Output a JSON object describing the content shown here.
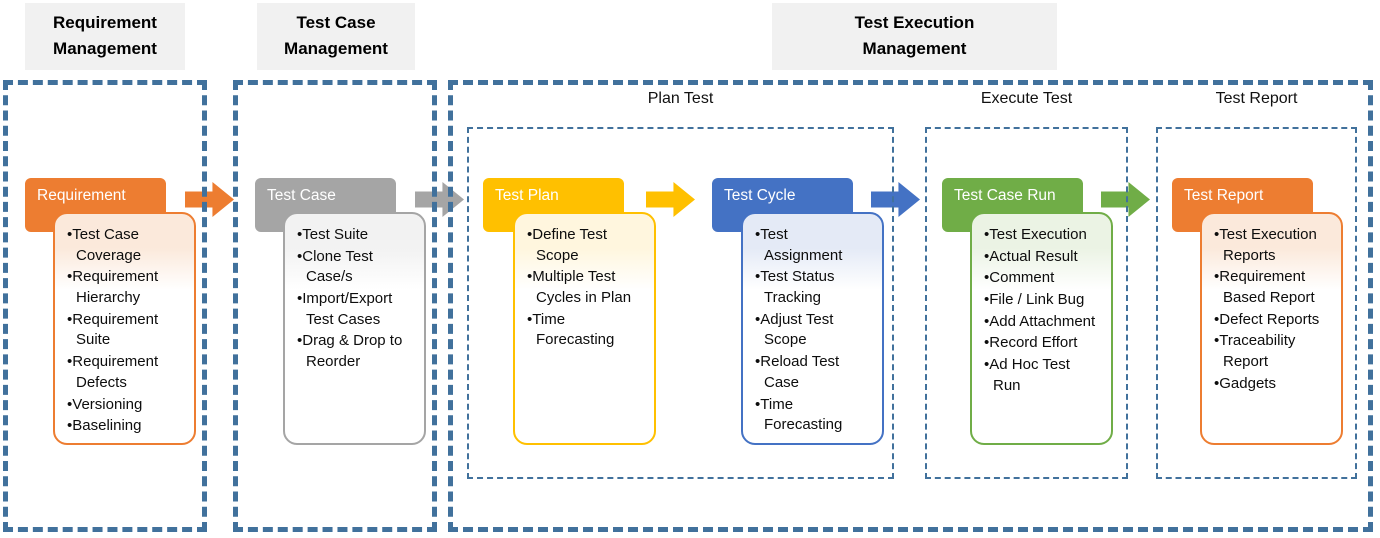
{
  "sections": [
    {
      "title": "Requirement\nManagement"
    },
    {
      "title": "Test Case\nManagement"
    },
    {
      "title": "Test Execution\nManagement"
    }
  ],
  "phases": [
    {
      "label": "Plan Test"
    },
    {
      "label": "Execute Test"
    },
    {
      "label": "Test Report"
    }
  ],
  "cards": [
    {
      "header": "Requirement",
      "accent": "#ED7D31",
      "tint": "#FBE9DB",
      "items": [
        "Test Case Coverage",
        "Requirement Hierarchy",
        "Requirement Suite",
        "Requirement Defects",
        "Versioning",
        "Baselining"
      ]
    },
    {
      "header": "Test Case",
      "accent": "#A5A5A5",
      "tint": "#F2F2F2",
      "items": [
        "Test Suite",
        "Clone Test Case/s",
        "Import/Export Test Cases",
        "Drag & Drop to Reorder"
      ]
    },
    {
      "header": "Test Plan",
      "accent": "#FFC000",
      "tint": "#FFF6DE",
      "items": [
        "Define Test Scope",
        "Multiple Test Cycles in Plan",
        "Time Forecasting"
      ]
    },
    {
      "header": "Test Cycle",
      "accent": "#4472C4",
      "tint": "#E4EAF6",
      "items": [
        "Test Assignment",
        "Test Status Tracking",
        "Adjust Test Scope",
        "Reload Test Case",
        "Time Forecasting"
      ]
    },
    {
      "header": "Test Case Run",
      "accent": "#70AD47",
      "tint": "#EBF3E4",
      "items": [
        "Test Execution",
        "Actual Result",
        "Comment",
        "File / Link Bug",
        "Add Attachment",
        "Record Effort",
        "Ad Hoc Test Run"
      ]
    },
    {
      "header": "Test Report",
      "accent": "#ED7D31",
      "tint": "#FBE9DB",
      "items": [
        "Test Execution Reports",
        "Requirement Based Report",
        "Defect Reports",
        "Traceability Report",
        "Gadgets"
      ]
    }
  ],
  "arrows": [
    {
      "name": "requirement-to-test-case",
      "color": "#ED7D31"
    },
    {
      "name": "test-case-to-test-plan",
      "color": "#A5A5A5"
    },
    {
      "name": "test-plan-to-test-cycle",
      "color": "#FFC000"
    },
    {
      "name": "test-cycle-to-test-case-run",
      "color": "#4472C4"
    },
    {
      "name": "test-case-run-to-test-report",
      "color": "#70AD47"
    }
  ],
  "colors": {
    "dashed_border": "#41719C",
    "title_bg": "#F1F1F1"
  }
}
